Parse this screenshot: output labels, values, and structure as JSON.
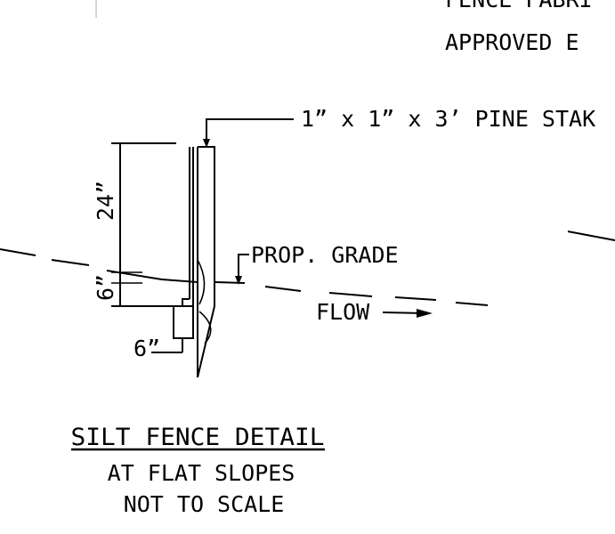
{
  "header_notes": {
    "line1": "FENCE FABRI",
    "line2": "APPROVED E"
  },
  "labels": {
    "stake": "1” x 1” x 3’ PINE STAK",
    "grade": "PROP. GRADE",
    "flow": "FLOW",
    "dim_24": "24”",
    "dim_6_vertical": "6”",
    "dim_6_horizontal": "6”"
  },
  "title_block": {
    "title": "SILT FENCE DETAIL",
    "subtitle": "AT FLAT SLOPES",
    "scale": "NOT TO SCALE"
  },
  "colors": {
    "line": "#000000",
    "background": "#ffffff",
    "faint": "#bbbbbb"
  }
}
